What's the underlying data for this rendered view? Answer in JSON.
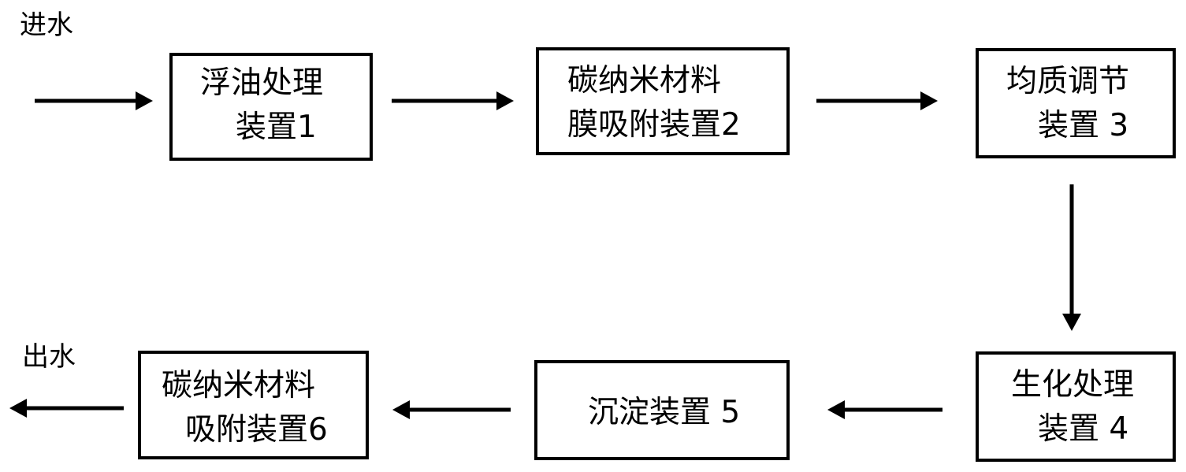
{
  "inlet_label": "进水",
  "outlet_label": "出水",
  "units": [
    {
      "id": "unit-1",
      "lines": [
        "浮油处理",
        "装置1"
      ]
    },
    {
      "id": "unit-2",
      "lines": [
        "碳纳米材料",
        "膜吸附装置2"
      ]
    },
    {
      "id": "unit-3",
      "lines": [
        "均质调节",
        "装置 3"
      ]
    },
    {
      "id": "unit-4",
      "lines": [
        "生化处理",
        "装置 4"
      ]
    },
    {
      "id": "unit-5",
      "lines": [
        "沉淀装置 5"
      ]
    },
    {
      "id": "unit-6",
      "lines": [
        "碳纳米材料",
        "吸附装置6"
      ]
    }
  ],
  "colors": {
    "stroke": "#000000",
    "background": "#ffffff"
  }
}
